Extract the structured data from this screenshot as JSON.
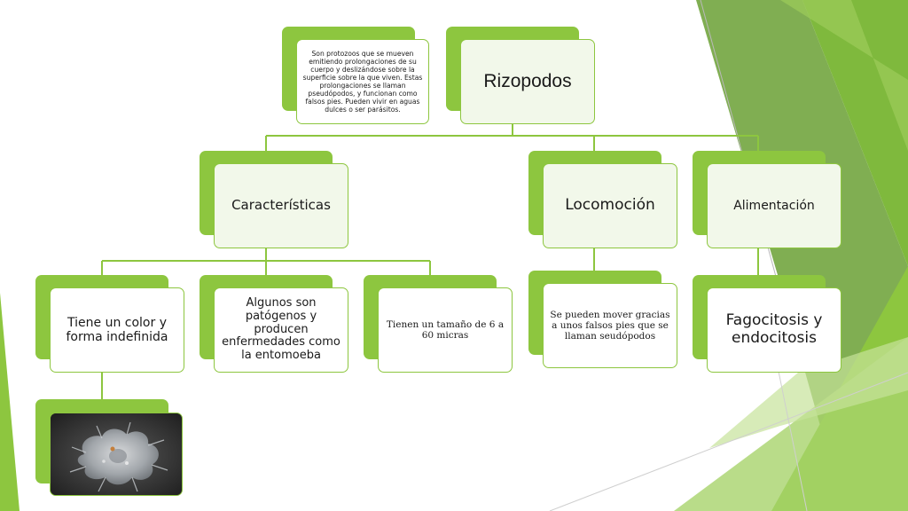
{
  "colors": {
    "accent": "#8dc63f",
    "accent_dark": "#5f9e2f",
    "background": "#ffffff"
  },
  "nodes": {
    "root": {
      "label": "Rizopodos"
    },
    "description": {
      "text": "Son protozoos que se mueven emitiendo prolongaciones de su cuerpo y deslizándose sobre la superficie sobre la que viven. Estas prolongaciones se llaman pseudópodos, y funcionan como falsos pies. Pueden vivir en aguas dulces o ser parásitos."
    },
    "caracteristicas": {
      "label": "Características"
    },
    "locomocion": {
      "label": "Locomoción"
    },
    "alimentacion": {
      "label": "Alimentación"
    },
    "color_forma": {
      "label": "Tiene un color  y forma indefinida"
    },
    "patogenos": {
      "label": "Algunos son patógenos y producen enfermedades como la entomoeba"
    },
    "tamano": {
      "label": "Tienen un tamaño de 6 a 60 micras"
    },
    "falsos_pies": {
      "label": "Se pueden mover gracias a unos falsos pies que se llaman seudópodos"
    },
    "fagocitosis": {
      "label": "Fagocitosis y endocitosis"
    }
  }
}
